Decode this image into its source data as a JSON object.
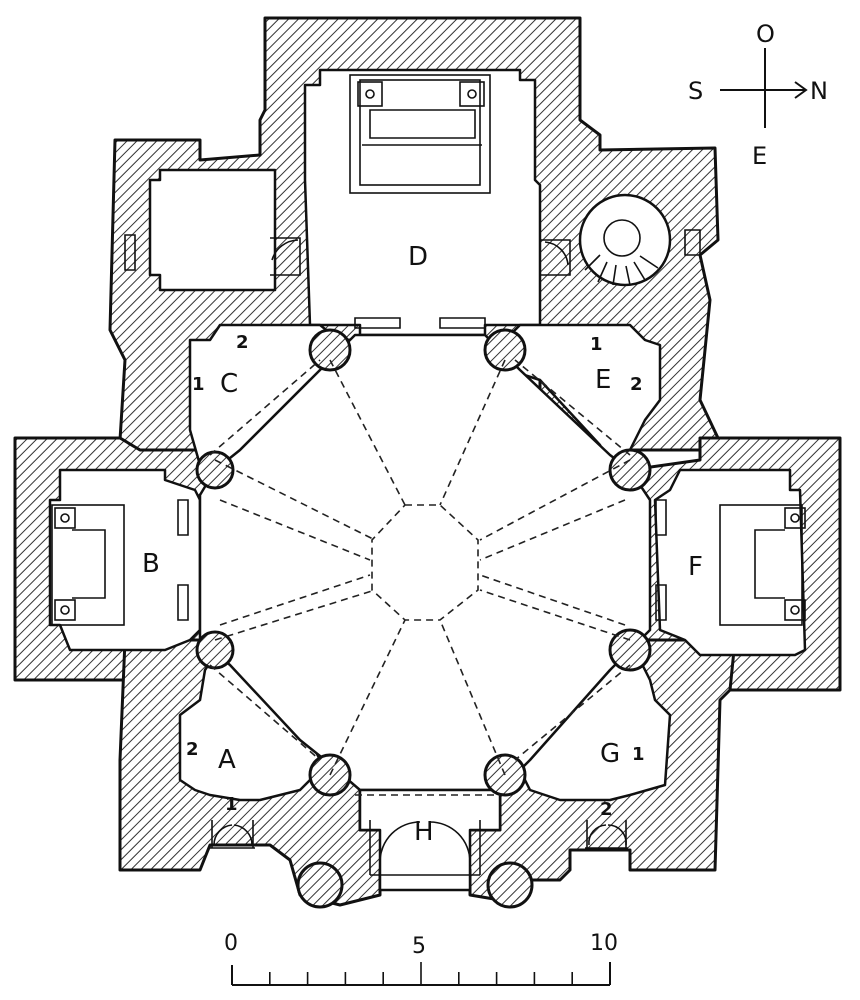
{
  "rooms": [
    {
      "id": "A",
      "label": "A"
    },
    {
      "id": "B",
      "label": "B"
    },
    {
      "id": "C",
      "label": "C"
    },
    {
      "id": "D",
      "label": "D"
    },
    {
      "id": "E",
      "label": "E"
    },
    {
      "id": "F",
      "label": "F"
    },
    {
      "id": "G",
      "label": "G"
    },
    {
      "id": "H",
      "label": "H"
    }
  ],
  "markers": {
    "c1": "1",
    "c2": "2",
    "e1": "1",
    "e2": "2",
    "a1": "1",
    "a2": "2",
    "g1": "1",
    "g2": "2"
  },
  "compass": {
    "top": "O",
    "left": "S",
    "right": "N",
    "bottom": "E"
  },
  "scale": {
    "ticks": [
      "0",
      "5",
      "10"
    ]
  }
}
